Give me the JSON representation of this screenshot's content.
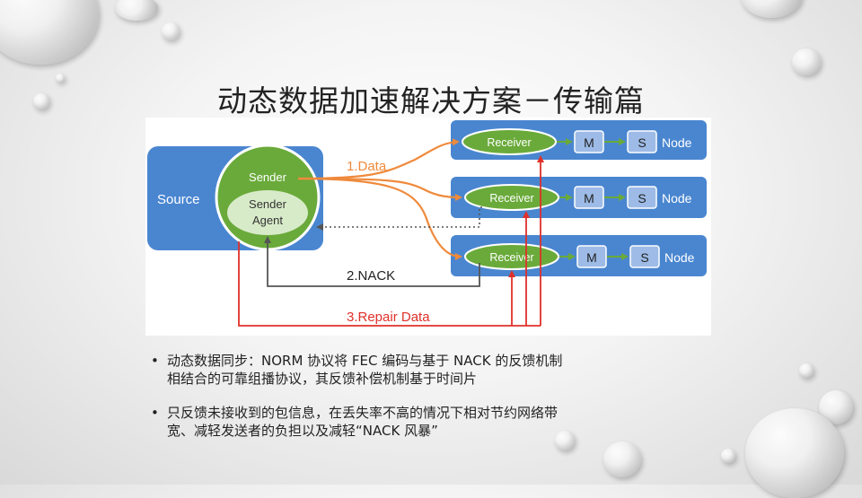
{
  "title": "动态数据加速解决方案－传输篇",
  "diagram": {
    "source_label": "Source",
    "sender_label": "Sender",
    "sender_agent_line1": "Sender",
    "sender_agent_line2": "Agent",
    "nodes": [
      {
        "receiver": "Receiver",
        "m": "M",
        "s": "S",
        "node": "Node"
      },
      {
        "receiver": "Receiver",
        "m": "M",
        "s": "S",
        "node": "Node"
      },
      {
        "receiver": "Receiver",
        "m": "M",
        "s": "S",
        "node": "Node"
      }
    ],
    "data_label": "1.Data",
    "nack_label": "2.NACK",
    "repair_label": "3.Repair Data",
    "colors": {
      "box_blue": "#4a86d0",
      "ellipse_green": "#6aaa3a",
      "inner_light": "#d8ebc9",
      "ms_box": "#9dbbe6",
      "data_orange": "#ef8a3c",
      "repair_red": "#e0302a",
      "nack_gray": "#555555"
    }
  },
  "bullets": [
    {
      "symbol": "•",
      "text": "动态数据同步：NORM 协议将 FEC 编码与基于 NACK 的反馈机制相结合的可靠组播协议，其反馈补偿机制基于时间片"
    },
    {
      "symbol": "•",
      "text": "只反馈未接收到的包信息，在丢失率不高的情况下相对节约网络带宽、减轻发送者的负担以及减轻“NACK 风暴”"
    }
  ]
}
